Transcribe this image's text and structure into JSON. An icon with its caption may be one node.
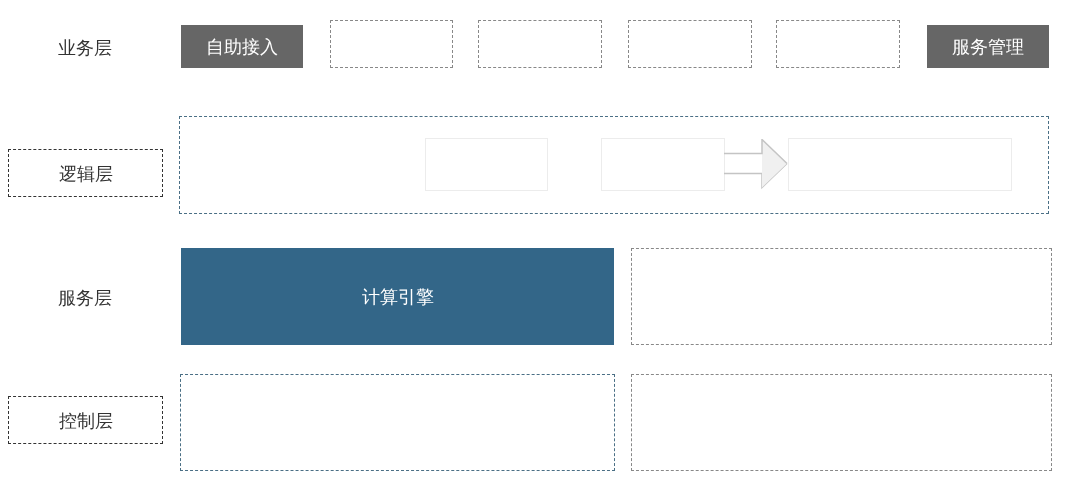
{
  "diagram": {
    "nodes": [
      {
        "text": [
          "自助接入"
        ]
      },
      {
        "text": [],
        "shape": "box"
      },
      {
        "text": [],
        "shape": "box"
      },
      {
        "text": [],
        "shape": "box"
      },
      {
        "text": [],
        "shape": "box"
      },
      {
        "text": [
          "服务管理"
        ]
      },
      {
        "text": [
          "逻辑层"
        ]
      },
      {
        "text": [],
        "shape": "box"
      },
      {
        "text": [],
        "shape": "box",
        "in": 7
      },
      {
        "text": [],
        "shape": "box",
        "in": 7
      },
      {
        "text": [],
        "shape": "box",
        "in": 7
      },
      {
        "text": [
          "计算引擎"
        ]
      },
      {
        "text": [],
        "shape": "box"
      },
      {
        "text": [
          "控制层"
        ]
      },
      {
        "text": [],
        "shape": "box"
      },
      {
        "text": [],
        "shape": "box"
      }
    ],
    "edges": [
      {
        "from": 9,
        "to": 10,
        "arrow": "to"
      }
    ],
    "labels": [
      "业务层",
      "服务层"
    ]
  }
}
